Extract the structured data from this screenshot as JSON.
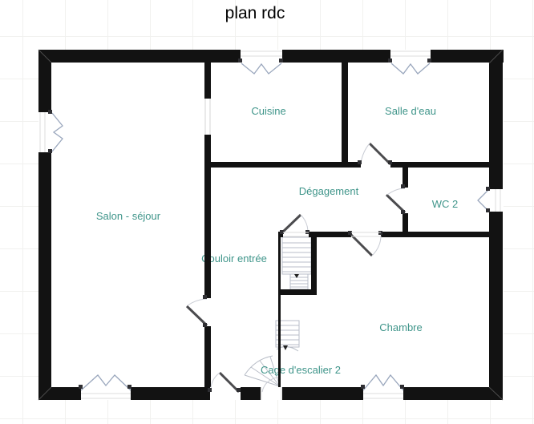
{
  "title": "plan rdc",
  "rooms": {
    "cuisine": {
      "label": "Cuisine"
    },
    "salle_deau": {
      "label": "Salle d'eau"
    },
    "salon": {
      "label": "Salon - séjour"
    },
    "degagement": {
      "label": "Dégagement"
    },
    "wc2": {
      "label": "WC 2"
    },
    "couloir": {
      "label": "Couloir entrée"
    },
    "chambre": {
      "label": "Chambre"
    },
    "cage": {
      "label": "Cage d'escalier 2"
    }
  },
  "colors": {
    "wall": "#121212",
    "room-label": "#3f958a",
    "title": "#000000",
    "door-leaf": "#4b4b4e",
    "symbol": "#9aa7bd",
    "symbol-faint": "#c9ccd4",
    "stair": "#b9bec8",
    "grid": "#f1f1ef",
    "background": "#ffffff"
  }
}
